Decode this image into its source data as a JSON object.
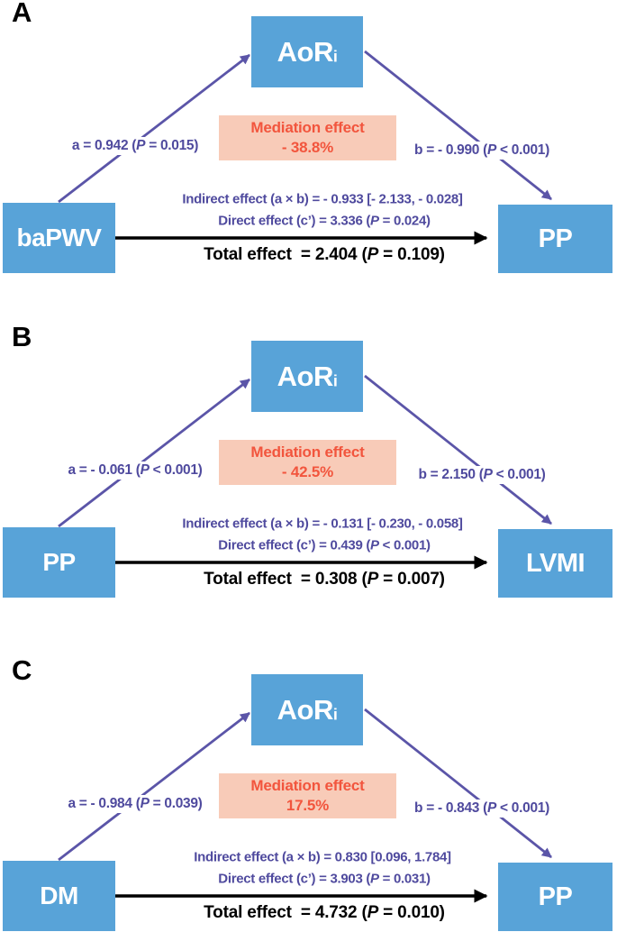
{
  "colors": {
    "box-blue": "#58a3d8",
    "box-text": "#ffffff",
    "salmon-bg": "#f8cbb8",
    "red-text": "#f2553d",
    "purple-text": "#4f4a9e",
    "arrow-purple": "#5b55a8",
    "arrow-black": "#000000"
  },
  "panels": [
    {
      "letter": "A",
      "mediator_main": "AoR",
      "mediator_sub": "i",
      "left_box": "baPWV",
      "right_box": "PP",
      "mediation_title": "Mediation effect",
      "mediation_value": "- 38.8%",
      "a_pre": "a = 0.942 (",
      "a_p": "P",
      "a_post": " = 0.015)",
      "b_pre": "b = - 0.990 (",
      "b_p": "P",
      "b_post": " < 0.001)",
      "indirect": "Indirect effect (a × b) = - 0.933 [- 2.133, - 0.028]",
      "direct_pre": "Direct effect (c’) = 3.336 (",
      "direct_p": "P",
      "direct_post": " = 0.024)",
      "total_pre": "Total effect  = 2.404 (",
      "total_p": "P",
      "total_post": " = 0.109)"
    },
    {
      "letter": "B",
      "mediator_main": "AoR",
      "mediator_sub": "i",
      "left_box": "PP",
      "right_box": "LVMI",
      "mediation_title": "Mediation effect",
      "mediation_value": "- 42.5%",
      "a_pre": "a = - 0.061 (",
      "a_p": "P",
      "a_post": " < 0.001)",
      "b_pre": "b = 2.150 (",
      "b_p": "P",
      "b_post": " < 0.001)",
      "indirect": "Indirect effect (a × b) = - 0.131 [- 0.230, - 0.058]",
      "direct_pre": "Direct effect (c’) = 0.439 (",
      "direct_p": "P",
      "direct_post": " < 0.001)",
      "total_pre": "Total effect  = 0.308 (",
      "total_p": "P",
      "total_post": " = 0.007)"
    },
    {
      "letter": "C",
      "mediator_main": "AoR",
      "mediator_sub": "i",
      "left_box": "DM",
      "right_box": "PP",
      "mediation_title": "Mediation effect",
      "mediation_value": "17.5%",
      "a_pre": "a = - 0.984 (",
      "a_p": "P",
      "a_post": " = 0.039)",
      "b_pre": "b = - 0.843 (",
      "b_p": "P",
      "b_post": " < 0.001)",
      "indirect": "Indirect effect (a × b) = 0.830 [0.096, 1.784]",
      "direct_pre": "Direct effect (c’) = 3.903 (",
      "direct_p": "P",
      "direct_post": " = 0.031)",
      "total_pre": "Total effect  = 4.732 (",
      "total_p": "P",
      "total_post": " = 0.010)"
    }
  ]
}
